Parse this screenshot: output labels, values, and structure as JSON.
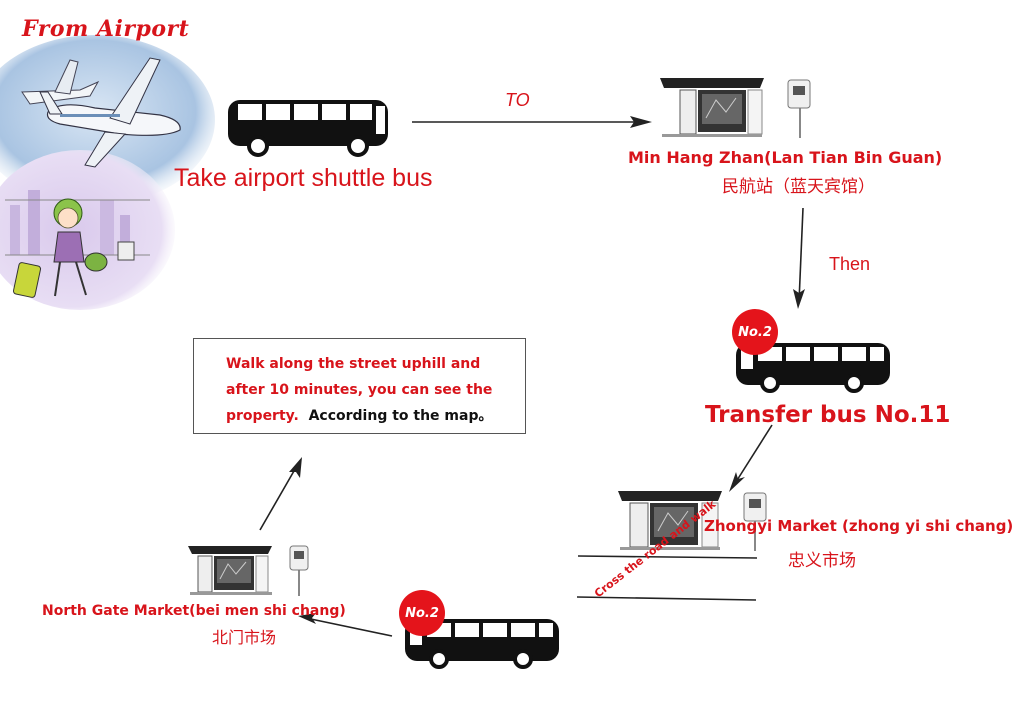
{
  "title": "From Airport",
  "shuttle_label": "Take airport shuttle bus",
  "to_label": "TO",
  "then_label": "Then",
  "stop1": {
    "name_en": "Min Hang Zhan(Lan Tian Bin Guan)",
    "name_zh": "民航站（蓝天宾馆）"
  },
  "transfer": {
    "badge": "No.2",
    "label": "Transfer bus No.11"
  },
  "stop2": {
    "name_en": "Zhongyi Market (zhong yi shi chang)",
    "name_zh": "忠义市场"
  },
  "cross_label": "Cross the road and walk",
  "bus2_badge": "No.2",
  "stop3": {
    "name_en": "North Gate Market(bei men shi chang)",
    "name_zh": "北门市场"
  },
  "info": {
    "line1": "Walk along the street uphill and",
    "line2": "after 10 minutes, you can see the",
    "line3": "property.",
    "map_note": "According to the map。"
  },
  "colors": {
    "accent": "#d8141b",
    "bus": "#111111",
    "line": "#222222"
  },
  "icons": [
    "airport-illustration",
    "bus-icon",
    "bus-stop-shelter-icon",
    "bus-stop-sign-icon",
    "arrow-icon"
  ]
}
